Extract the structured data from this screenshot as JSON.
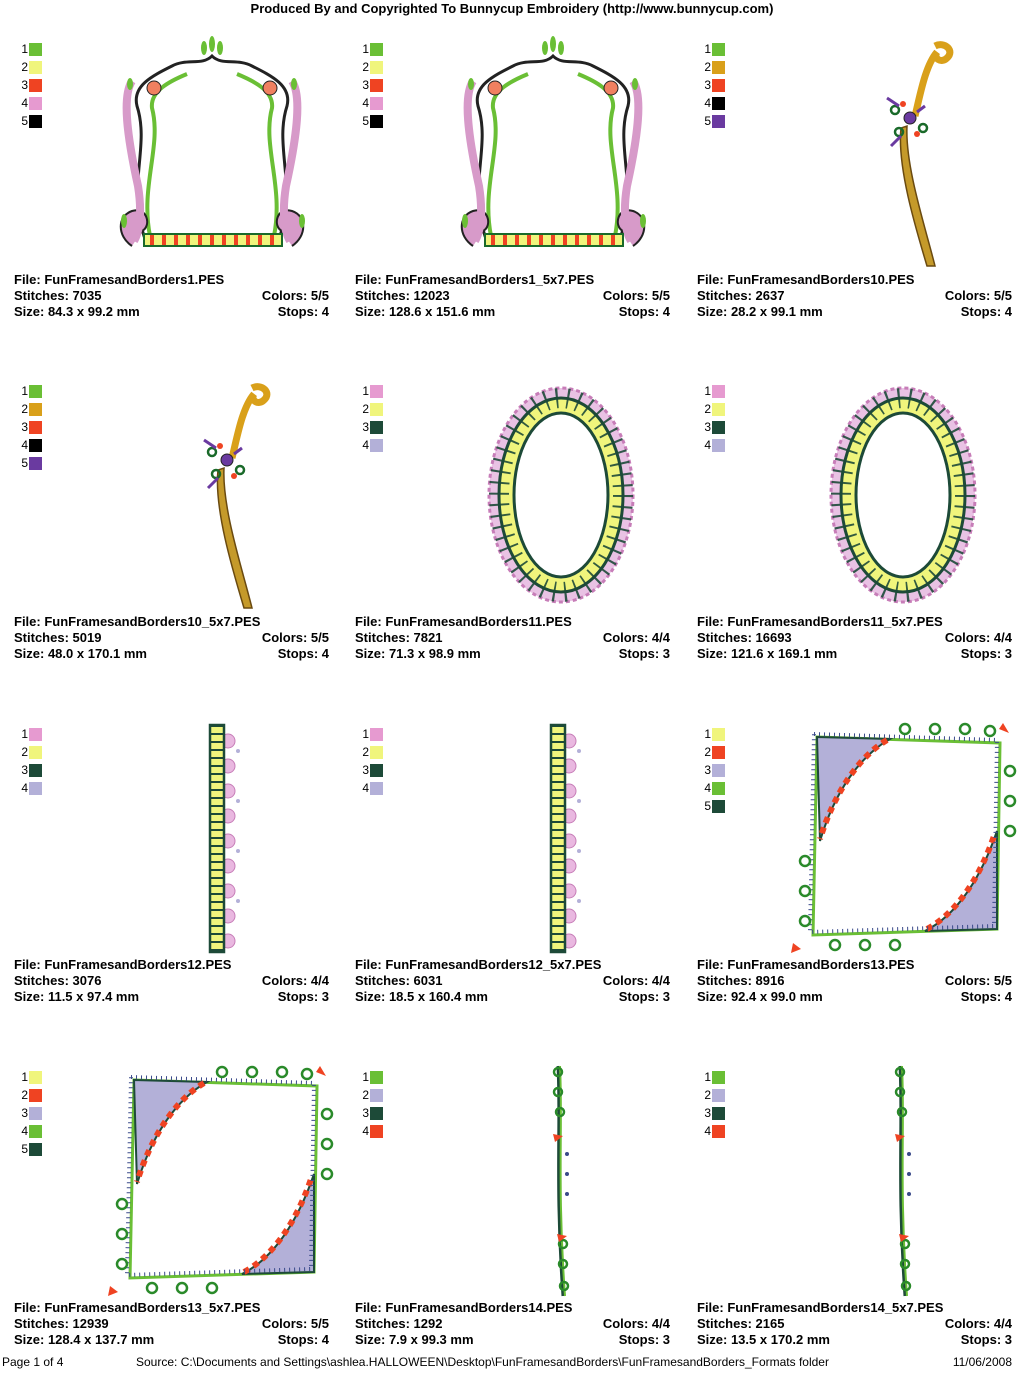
{
  "header": "Produced By and Copyrighted To Bunnycup Embroidery (http://www.bunnycup.com)",
  "labels": {
    "file": "File: ",
    "stitches": "Stitches: ",
    "colors": "Colors: ",
    "size": "Size: ",
    "stops": "Stops: "
  },
  "designs": [
    {
      "file": "FunFramesandBorders1.PES",
      "stitches": "7035",
      "colors": "5/5",
      "size": "84.3 x 99.2 mm",
      "stops": "4",
      "swatches": [
        "#6abf35",
        "#f0f57c",
        "#ef4322",
        "#e69ad0",
        "#000000"
      ],
      "art": "arch-frame"
    },
    {
      "file": "FunFramesandBorders1_5x7.PES",
      "stitches": "12023",
      "colors": "5/5",
      "size": "128.6 x 151.6 mm",
      "stops": "4",
      "swatches": [
        "#6abf35",
        "#f0f57c",
        "#ef4322",
        "#e69ad0",
        "#000000"
      ],
      "art": "arch-frame"
    },
    {
      "file": "FunFramesandBorders10.PES",
      "stitches": "2637",
      "colors": "5/5",
      "size": "28.2 x 99.1 mm",
      "stops": "4",
      "swatches": [
        "#6abf35",
        "#d9a01a",
        "#ef4322",
        "#000000",
        "#6a3aa0"
      ],
      "art": "ribbon"
    },
    {
      "file": "FunFramesandBorders10_5x7.PES",
      "stitches": "5019",
      "colors": "5/5",
      "size": "48.0 x 170.1 mm",
      "stops": "4",
      "swatches": [
        "#6abf35",
        "#d9a01a",
        "#ef4322",
        "#000000",
        "#6a3aa0"
      ],
      "art": "ribbon"
    },
    {
      "file": "FunFramesandBorders11.PES",
      "stitches": "7821",
      "colors": "4/4",
      "size": "71.3 x 98.9 mm",
      "stops": "3",
      "swatches": [
        "#e69ad0",
        "#f0f57c",
        "#1d4a38",
        "#b3b0d8"
      ],
      "art": "oval"
    },
    {
      "file": "FunFramesandBorders11_5x7.PES",
      "stitches": "16693",
      "colors": "4/4",
      "size": "121.6 x 169.1 mm",
      "stops": "3",
      "swatches": [
        "#e69ad0",
        "#f0f57c",
        "#1d4a38",
        "#b3b0d8"
      ],
      "art": "oval"
    },
    {
      "file": "FunFramesandBorders12.PES",
      "stitches": "3076",
      "colors": "4/4",
      "size": "11.5 x 97.4 mm",
      "stops": "3",
      "swatches": [
        "#e69ad0",
        "#f0f57c",
        "#1d4a38",
        "#b3b0d8"
      ],
      "art": "border-strip"
    },
    {
      "file": "FunFramesandBorders12_5x7.PES",
      "stitches": "6031",
      "colors": "4/4",
      "size": "18.5 x 160.4 mm",
      "stops": "3",
      "swatches": [
        "#e69ad0",
        "#f0f57c",
        "#1d4a38",
        "#b3b0d8"
      ],
      "art": "border-strip"
    },
    {
      "file": "FunFramesandBorders13.PES",
      "stitches": "8916",
      "colors": "5/5",
      "size": "92.4 x 99.0 mm",
      "stops": "4",
      "swatches": [
        "#f0f57c",
        "#ef4322",
        "#b3b0d8",
        "#6abf35",
        "#1d4a38"
      ],
      "art": "square-frame"
    },
    {
      "file": "FunFramesandBorders13_5x7.PES",
      "stitches": "12939",
      "colors": "5/5",
      "size": "128.4 x 137.7 mm",
      "stops": "4",
      "swatches": [
        "#f0f57c",
        "#ef4322",
        "#b3b0d8",
        "#6abf35",
        "#1d4a38"
      ],
      "art": "square-frame"
    },
    {
      "file": "FunFramesandBorders14.PES",
      "stitches": "1292",
      "colors": "4/4",
      "size": "7.9 x 99.3 mm",
      "stops": "3",
      "swatches": [
        "#6abf35",
        "#b3b0d8",
        "#1d4a38",
        "#ef4322"
      ],
      "art": "vine"
    },
    {
      "file": "FunFramesandBorders14_5x7.PES",
      "stitches": "2165",
      "colors": "4/4",
      "size": "13.5 x 170.2 mm",
      "stops": "3",
      "swatches": [
        "#6abf35",
        "#b3b0d8",
        "#1d4a38",
        "#ef4322"
      ],
      "art": "vine"
    }
  ],
  "footer": {
    "page": "Page 1 of 4",
    "source": "Source: C:\\Documents and Settings\\ashlea.HALLOWEEN\\Desktop\\FunFramesandBorders\\FunFramesandBorders_Formats folder",
    "date": "11/06/2008"
  }
}
